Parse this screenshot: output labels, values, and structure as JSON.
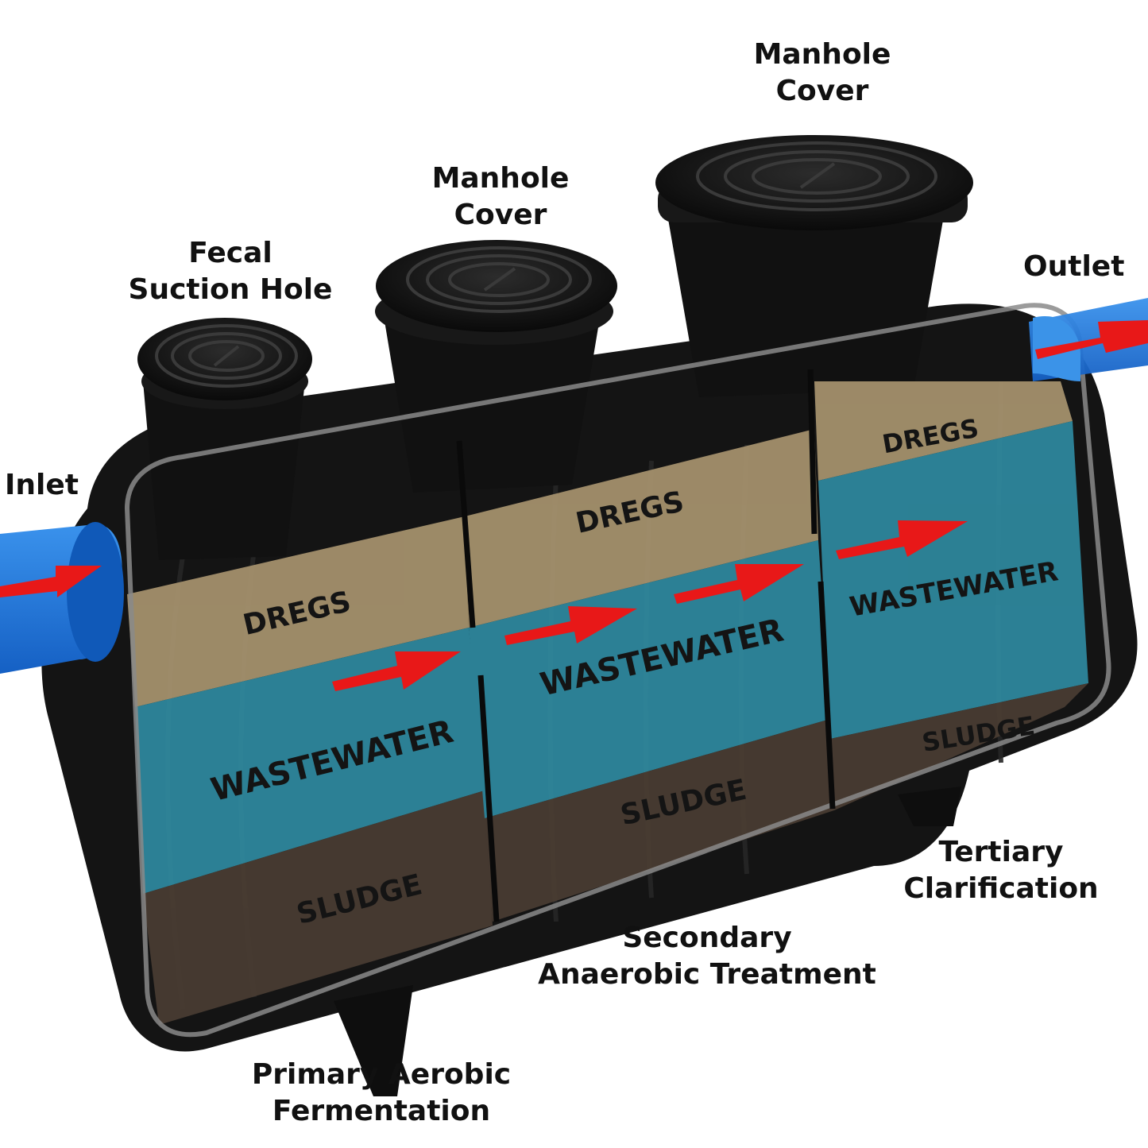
{
  "labels": {
    "inlet": "Inlet",
    "outlet": "Outlet",
    "fecal_suction_hole": [
      "Fecal",
      "Suction Hole"
    ],
    "manhole_cover_left": [
      "Manhole",
      "Cover"
    ],
    "manhole_cover_right": [
      "Manhole",
      "Cover"
    ],
    "stage_primary": [
      "Primary Aerobic",
      "Fermentation"
    ],
    "stage_secondary": [
      "Secondary",
      "Anaerobic Treatment"
    ],
    "stage_tertiary": [
      "Tertiary",
      "Clarification"
    ]
  },
  "chambers": [
    {
      "dregs": "DREGS",
      "wastewater": "WASTEWATER",
      "sludge": "SLUDGE"
    },
    {
      "dregs": "DREGS",
      "wastewater": "WASTEWATER",
      "sludge": "SLUDGE"
    },
    {
      "dregs": "DREGS",
      "wastewater": "WASTEWATER",
      "sludge": "SLUDGE"
    }
  ],
  "colors": {
    "tank": "#141414",
    "dregs": "#a8946f",
    "wastewater": "#2f8aa0",
    "sludge": "#4a3d33",
    "pipe": "#1e78d8",
    "flow_arrow": "#e81818"
  }
}
